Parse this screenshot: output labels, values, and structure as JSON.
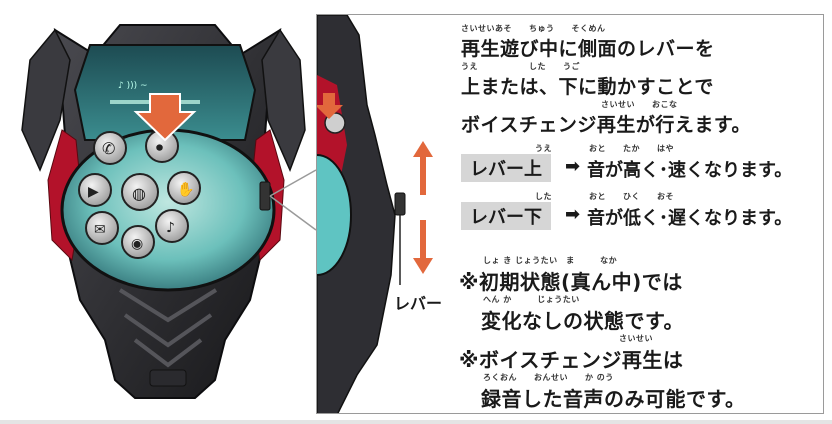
{
  "instructions": {
    "line1": "再生遊び中に側面のレバーを",
    "line1_ruby": "さいせいあそ　　ちゅう　　そくめん",
    "line2": "上または、下に動かすことで",
    "line2_ruby": "うえ　　　　　　した　　うご",
    "line3": "ボイスチェンジ再生が行えます。",
    "line3_ruby": "さいせい　　おこな"
  },
  "lever_up": {
    "label": "レバー上",
    "label_ruby": "うえ",
    "arrow": "➡",
    "result": "音が高く･速くなります。",
    "result_ruby": "おと　　たか　　はや"
  },
  "lever_down": {
    "label": "レバー下",
    "label_ruby": "した",
    "arrow": "➡",
    "result": "音が低く･遅くなります。",
    "result_ruby": "おと　　ひく　　おそ"
  },
  "notes": {
    "note1_line1": "※初期状態(真ん中)では",
    "note1_line1_ruby": "しょ き じょうたい　ま　　　なか",
    "note1_line2": "変化なしの状態です。",
    "note1_line2_ruby": "へん か　　　じょうたい",
    "note2_line1": "※ボイスチェンジ再生は",
    "note2_line1_ruby": "さいせい",
    "note2_line2": "録音した音声のみ可能です。",
    "note2_line2_ruby": "ろくおん　　おんせい　　か のう"
  },
  "lever_label": "レバー",
  "colors": {
    "arrow_orange": "#e2683c",
    "device_dark": "#2a2a2e",
    "device_red": "#b3122a",
    "screen_teal": "#5fc4c2",
    "label_bg": "#d6d6d6"
  },
  "icons": [
    "phone-icon",
    "mic-icon",
    "video-icon",
    "globe-icon",
    "hand-icon",
    "mail-icon",
    "music-icon",
    "camera-icon"
  ]
}
